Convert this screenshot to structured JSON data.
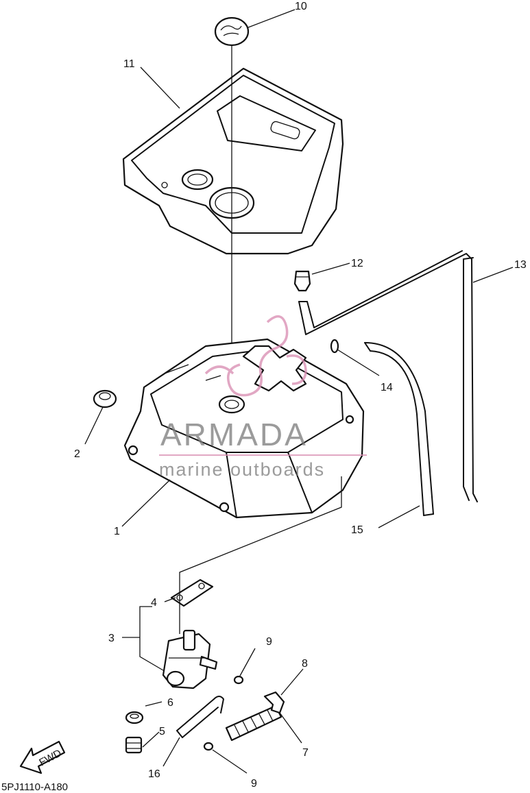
{
  "diagram": {
    "code": "5PJ1110-A180",
    "fwd_label": "FWD",
    "callouts": [
      "1",
      "2",
      "3",
      "4",
      "5",
      "6",
      "7",
      "8",
      "9",
      "9",
      "10",
      "11",
      "12",
      "13",
      "14",
      "15",
      "16"
    ]
  },
  "watermark": {
    "brand": "ARMADA",
    "tagline": "marine outboards",
    "brand_color": "#7a7a7a",
    "accent_color": "#d88ab0"
  }
}
